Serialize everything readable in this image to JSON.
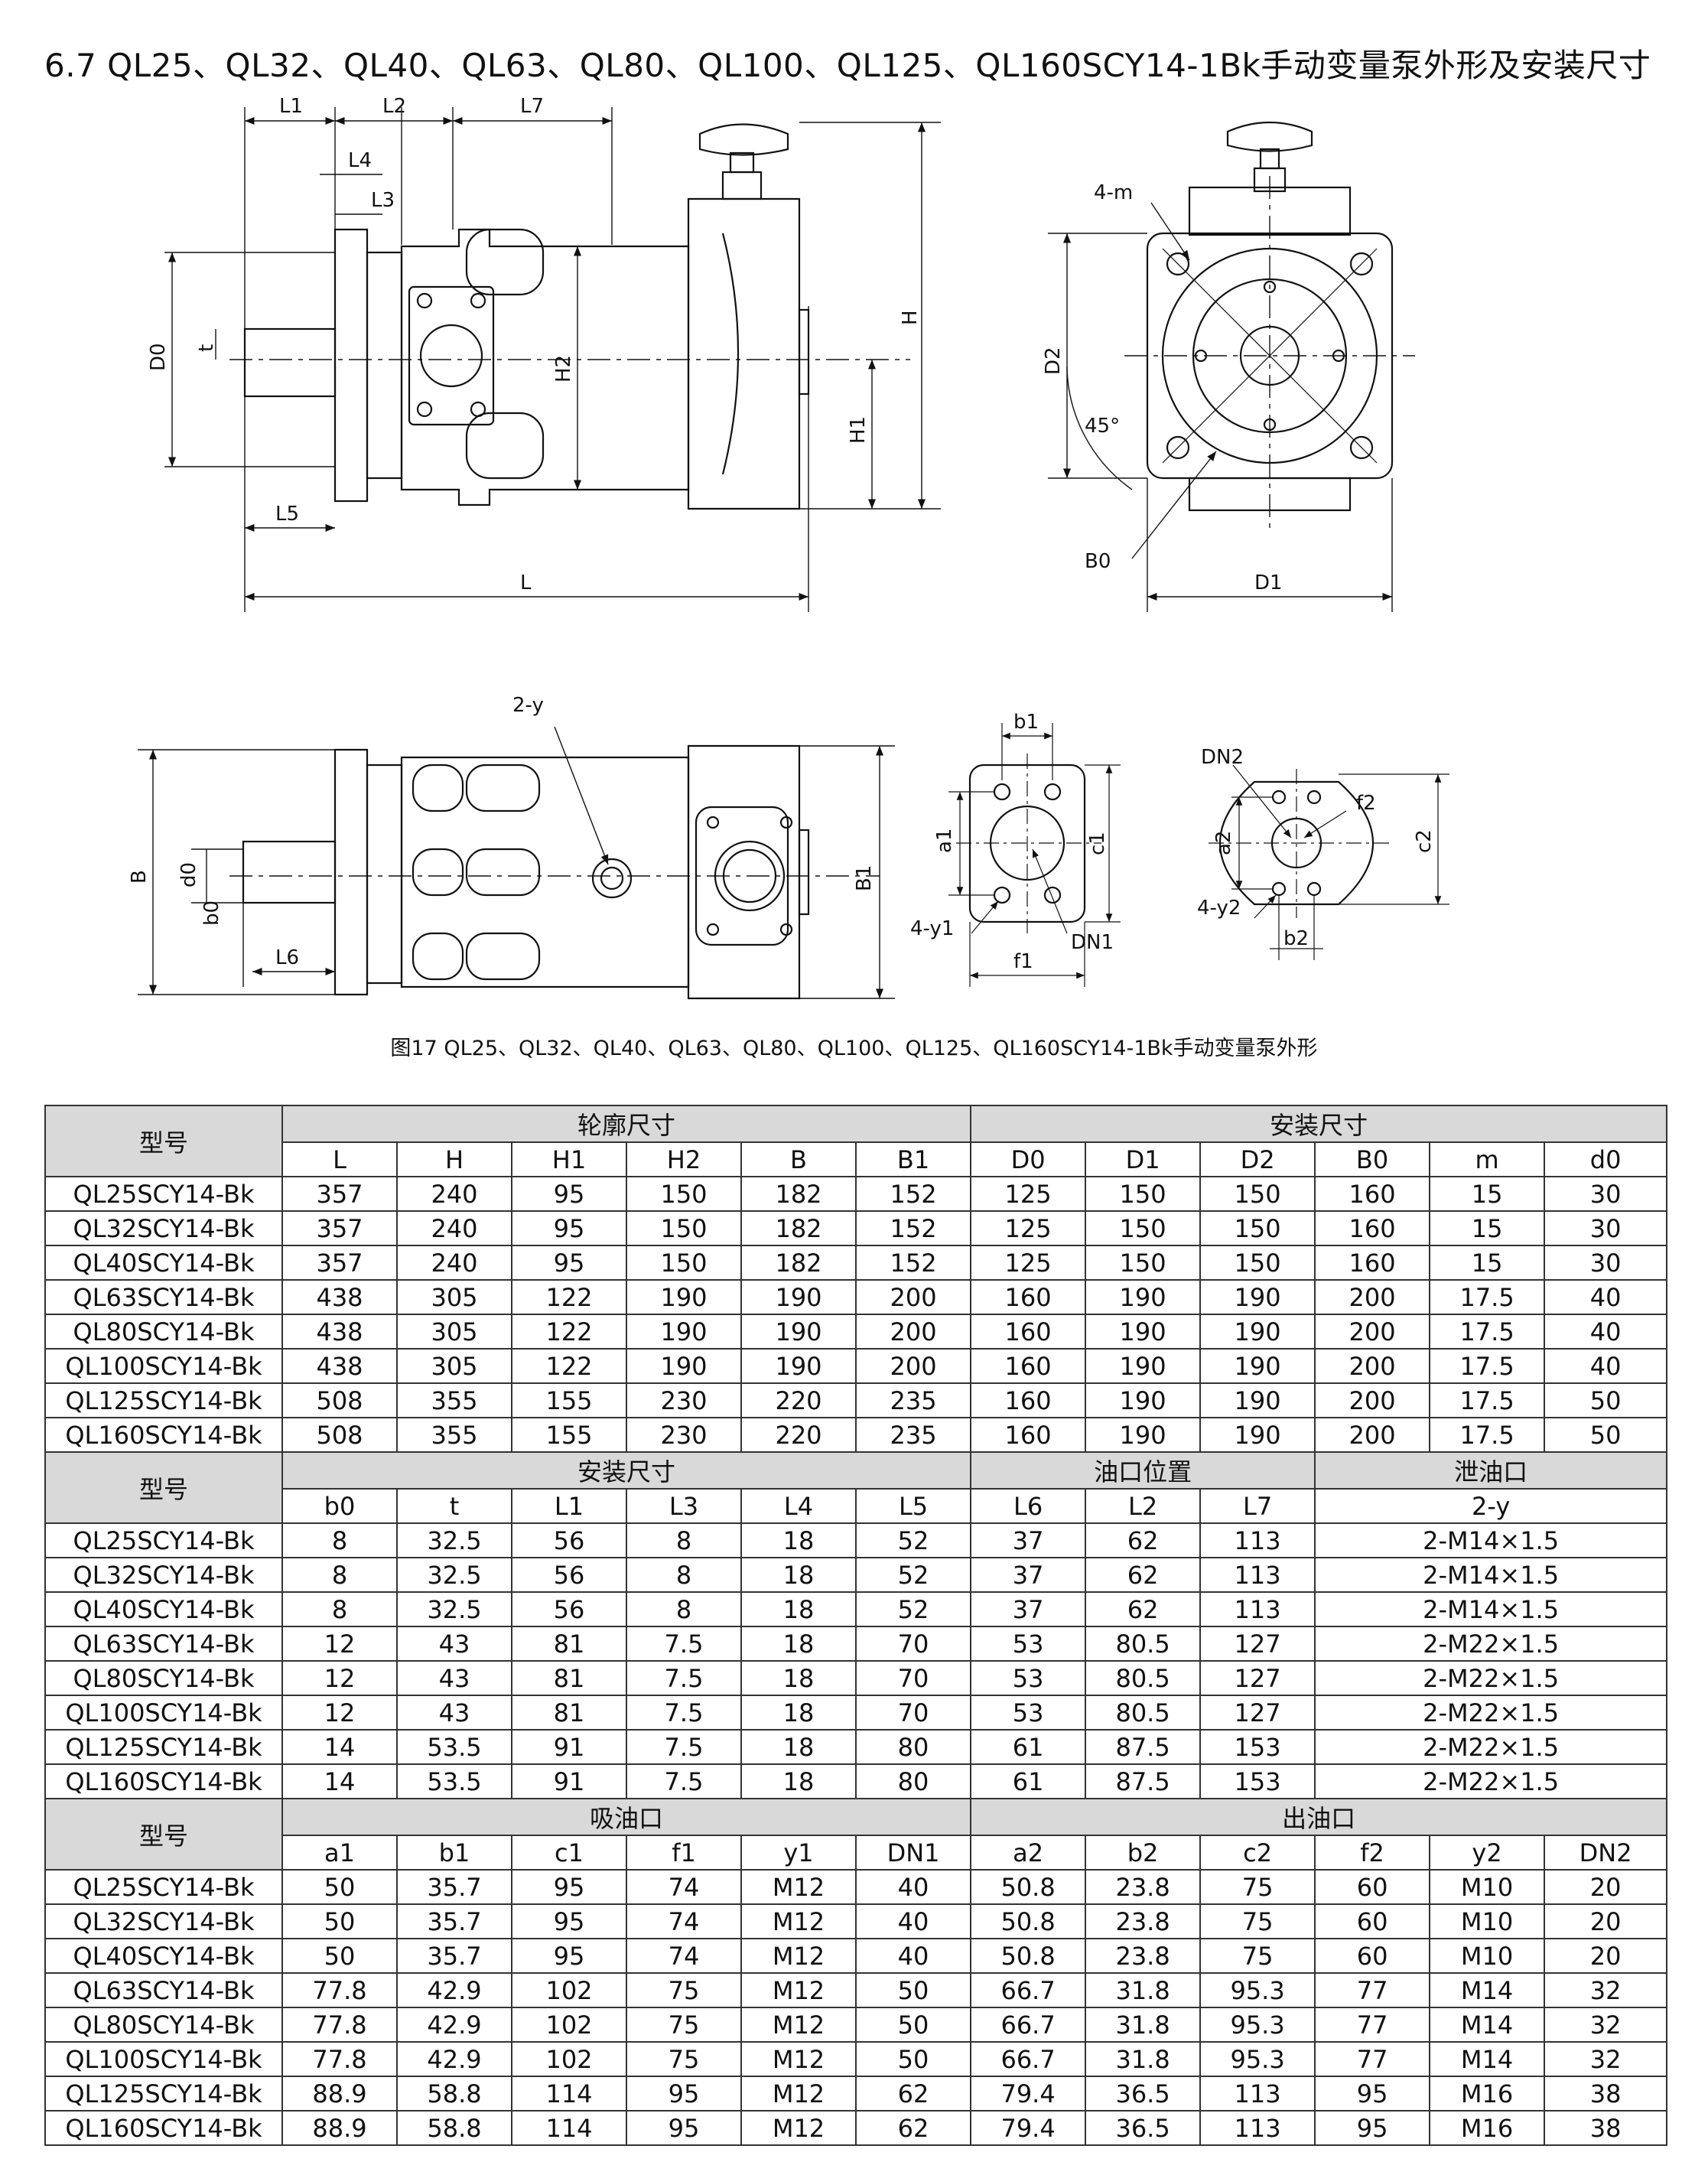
{
  "heading": "6.7 QL25、QL32、QL40、QL63、QL80、QL100、QL125、QL160SCY14-1Bk手动变量泵外形及安装尺寸",
  "caption": "图17 QL25、QL32、QL40、QL63、QL80、QL100、QL125、QL160SCY14-1Bk手动变量泵外形",
  "drawing_labels": {
    "L1": "L1",
    "L2": "L2",
    "L7": "L7",
    "L4": "L4",
    "L3": "L3",
    "D0": "D0",
    "t": "t",
    "H2": "H2",
    "H": "H",
    "H1": "H1",
    "L5": "L5",
    "L": "L",
    "m": "4-m",
    "D2": "D2",
    "deg": "45°",
    "B0": "B0",
    "D1": "D1",
    "y": "2-y",
    "B": "B",
    "d0": "d0",
    "b0": "b0",
    "L6": "L6",
    "B1": "B1",
    "b1": "b1",
    "a1": "a1",
    "c1": "c1",
    "y1": "4-y1",
    "DN1": "DN1",
    "f1": "f1",
    "DN2": "DN2",
    "a2": "a2",
    "f2": "f2",
    "c2": "c2",
    "y2": "4-y2",
    "b2": "b2"
  },
  "table1": {
    "model_header": "型号",
    "groups": [
      "轮廓尺寸",
      "安装尺寸"
    ],
    "columns": [
      "L",
      "H",
      "H1",
      "H2",
      "B",
      "B1",
      "D0",
      "D1",
      "D2",
      "B0",
      "m",
      "d0"
    ],
    "rows": [
      {
        "model": "QL25SCY14-Bk",
        "v": [
          "357",
          "240",
          "95",
          "150",
          "182",
          "152",
          "125",
          "150",
          "150",
          "160",
          "15",
          "30"
        ]
      },
      {
        "model": "QL32SCY14-Bk",
        "v": [
          "357",
          "240",
          "95",
          "150",
          "182",
          "152",
          "125",
          "150",
          "150",
          "160",
          "15",
          "30"
        ]
      },
      {
        "model": "QL40SCY14-Bk",
        "v": [
          "357",
          "240",
          "95",
          "150",
          "182",
          "152",
          "125",
          "150",
          "150",
          "160",
          "15",
          "30"
        ]
      },
      {
        "model": "QL63SCY14-Bk",
        "v": [
          "438",
          "305",
          "122",
          "190",
          "190",
          "200",
          "160",
          "190",
          "190",
          "200",
          "17.5",
          "40"
        ]
      },
      {
        "model": "QL80SCY14-Bk",
        "v": [
          "438",
          "305",
          "122",
          "190",
          "190",
          "200",
          "160",
          "190",
          "190",
          "200",
          "17.5",
          "40"
        ]
      },
      {
        "model": "QL100SCY14-Bk",
        "v": [
          "438",
          "305",
          "122",
          "190",
          "190",
          "200",
          "160",
          "190",
          "190",
          "200",
          "17.5",
          "40"
        ]
      },
      {
        "model": "QL125SCY14-Bk",
        "v": [
          "508",
          "355",
          "155",
          "230",
          "220",
          "235",
          "160",
          "190",
          "190",
          "200",
          "17.5",
          "50"
        ]
      },
      {
        "model": "QL160SCY14-Bk",
        "v": [
          "508",
          "355",
          "155",
          "230",
          "220",
          "235",
          "160",
          "190",
          "190",
          "200",
          "17.5",
          "50"
        ]
      }
    ]
  },
  "table2": {
    "model_header": "型号",
    "groups": [
      "安装尺寸",
      "油口位置",
      "泄油口"
    ],
    "columns": [
      "b0",
      "t",
      "L1",
      "L3",
      "L4",
      "L5",
      "L6",
      "L2",
      "L7",
      "2-y"
    ],
    "rows": [
      {
        "model": "QL25SCY14-Bk",
        "v": [
          "8",
          "32.5",
          "56",
          "8",
          "18",
          "52",
          "37",
          "62",
          "113",
          "2-M14×1.5"
        ]
      },
      {
        "model": "QL32SCY14-Bk",
        "v": [
          "8",
          "32.5",
          "56",
          "8",
          "18",
          "52",
          "37",
          "62",
          "113",
          "2-M14×1.5"
        ]
      },
      {
        "model": "QL40SCY14-Bk",
        "v": [
          "8",
          "32.5",
          "56",
          "8",
          "18",
          "52",
          "37",
          "62",
          "113",
          "2-M14×1.5"
        ]
      },
      {
        "model": "QL63SCY14-Bk",
        "v": [
          "12",
          "43",
          "81",
          "7.5",
          "18",
          "70",
          "53",
          "80.5",
          "127",
          "2-M22×1.5"
        ]
      },
      {
        "model": "QL80SCY14-Bk",
        "v": [
          "12",
          "43",
          "81",
          "7.5",
          "18",
          "70",
          "53",
          "80.5",
          "127",
          "2-M22×1.5"
        ]
      },
      {
        "model": "QL100SCY14-Bk",
        "v": [
          "12",
          "43",
          "81",
          "7.5",
          "18",
          "70",
          "53",
          "80.5",
          "127",
          "2-M22×1.5"
        ]
      },
      {
        "model": "QL125SCY14-Bk",
        "v": [
          "14",
          "53.5",
          "91",
          "7.5",
          "18",
          "80",
          "61",
          "87.5",
          "153",
          "2-M22×1.5"
        ]
      },
      {
        "model": "QL160SCY14-Bk",
        "v": [
          "14",
          "53.5",
          "91",
          "7.5",
          "18",
          "80",
          "61",
          "87.5",
          "153",
          "2-M22×1.5"
        ]
      }
    ]
  },
  "table3": {
    "model_header": "型号",
    "groups": [
      "吸油口",
      "出油口"
    ],
    "columns": [
      "a1",
      "b1",
      "c1",
      "f1",
      "y1",
      "DN1",
      "a2",
      "b2",
      "c2",
      "f2",
      "y2",
      "DN2"
    ],
    "rows": [
      {
        "model": "QL25SCY14-Bk",
        "v": [
          "50",
          "35.7",
          "95",
          "74",
          "M12",
          "40",
          "50.8",
          "23.8",
          "75",
          "60",
          "M10",
          "20"
        ]
      },
      {
        "model": "QL32SCY14-Bk",
        "v": [
          "50",
          "35.7",
          "95",
          "74",
          "M12",
          "40",
          "50.8",
          "23.8",
          "75",
          "60",
          "M10",
          "20"
        ]
      },
      {
        "model": "QL40SCY14-Bk",
        "v": [
          "50",
          "35.7",
          "95",
          "74",
          "M12",
          "40",
          "50.8",
          "23.8",
          "75",
          "60",
          "M10",
          "20"
        ]
      },
      {
        "model": "QL63SCY14-Bk",
        "v": [
          "77.8",
          "42.9",
          "102",
          "75",
          "M12",
          "50",
          "66.7",
          "31.8",
          "95.3",
          "77",
          "M14",
          "32"
        ]
      },
      {
        "model": "QL80SCY14-Bk",
        "v": [
          "77.8",
          "42.9",
          "102",
          "75",
          "M12",
          "50",
          "66.7",
          "31.8",
          "95.3",
          "77",
          "M14",
          "32"
        ]
      },
      {
        "model": "QL100SCY14-Bk",
        "v": [
          "77.8",
          "42.9",
          "102",
          "75",
          "M12",
          "50",
          "66.7",
          "31.8",
          "95.3",
          "77",
          "M14",
          "32"
        ]
      },
      {
        "model": "QL125SCY14-Bk",
        "v": [
          "88.9",
          "58.8",
          "114",
          "95",
          "M12",
          "62",
          "79.4",
          "36.5",
          "113",
          "95",
          "M16",
          "38"
        ]
      },
      {
        "model": "QL160SCY14-Bk",
        "v": [
          "88.9",
          "58.8",
          "114",
          "95",
          "M12",
          "62",
          "79.4",
          "36.5",
          "113",
          "95",
          "M16",
          "38"
        ]
      }
    ]
  }
}
